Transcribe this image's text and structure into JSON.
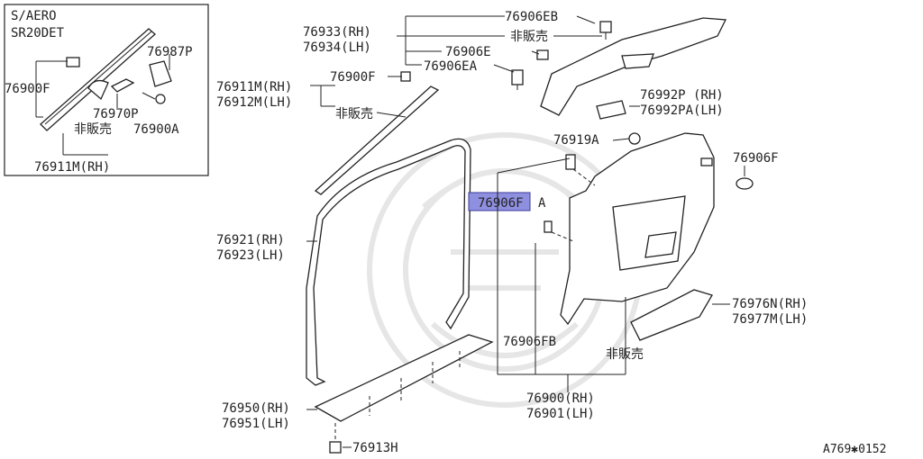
{
  "inset": {
    "title_line1": "S/AERO",
    "title_line2": "SR20DET",
    "part_76987P": "76987P",
    "part_76900F": "76900F",
    "part_76970P": "76970P",
    "not_sold": "非販売",
    "part_76900A": "76900A",
    "part_76911M_RH": "76911M(RH)"
  },
  "labels": {
    "p76906EB": "76906EB",
    "p76933_RH": "76933(RH)",
    "p76934_LH": "76934(LH)",
    "not_sold_top": "非販売",
    "p76906E": "76906E",
    "p76906EA": "76906EA",
    "p76900F": "76900F",
    "p76911M_RH": "76911M(RH)",
    "p76912M_LH": "76912M(LH)",
    "not_sold_mid": "非販売",
    "p76992P_RH": "76992P (RH)",
    "p76992PA_LH": "76992PA(LH)",
    "p76919A": "76919A",
    "p76906F": "76906F",
    "p76906FA_highlight": "76906F",
    "p76906FA_suffix": "A",
    "p76921_RH": "76921(RH)",
    "p76923_LH": "76923(LH)",
    "p76976N_RH": "76976N(RH)",
    "p76977M_LH": "76977M(LH)",
    "p76906FB": "76906FB",
    "not_sold_low": "非販売",
    "p76950_RH": "76950(RH)",
    "p76951_LH": "76951(LH)",
    "p76900_RH": "76900(RH)",
    "p76901_LH": "76901(LH)",
    "p76913H": "76913H",
    "diagram_code": "A769✱0152"
  },
  "colors": {
    "highlight": "#8f8fe0",
    "line": "#222222"
  }
}
